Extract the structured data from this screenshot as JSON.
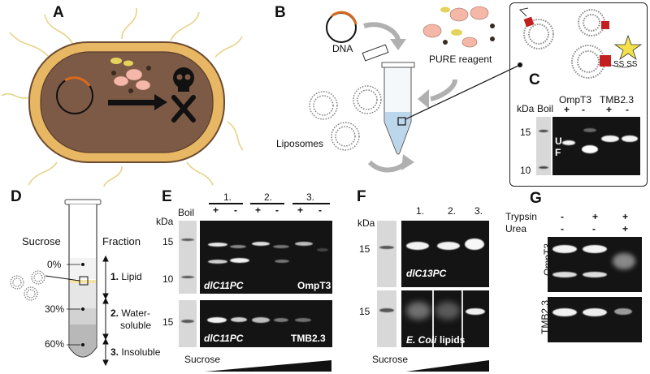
{
  "panels": {
    "A": {
      "letter": "A"
    },
    "B": {
      "letter": "B",
      "dna": "DNA",
      "pure": "PURE reagent",
      "liposomes": "Liposomes"
    },
    "C": {
      "letter": "C",
      "kda": "kDa",
      "boil": "Boil",
      "ompt3": "OmpT3",
      "tmb": "TMB2.3",
      "signs": [
        "+",
        "-",
        "+",
        "-"
      ],
      "marker_15": "15",
      "marker_10": "10",
      "band_u": "U",
      "band_f": "F",
      "ss": "SS SS"
    },
    "D": {
      "letter": "D",
      "sucrose": "Sucrose",
      "fraction": "Fraction",
      "pct": [
        "0%",
        "30%",
        "60%"
      ],
      "fractions": [
        {
          "num": "1.",
          "name": "Lipid"
        },
        {
          "num": "2.",
          "name": "Water-"
        },
        {
          "num": "",
          "name": "soluble"
        },
        {
          "num": "3.",
          "name": "Insoluble"
        }
      ]
    },
    "E": {
      "letter": "E",
      "boil": "Boil",
      "kda": "kDa",
      "groups": [
        "1.",
        "2.",
        "3."
      ],
      "signs": [
        "+",
        "-",
        "+",
        "-",
        "+",
        "-"
      ],
      "marker_15": "15",
      "marker_10": "10",
      "lipid_top": "dlC11PC",
      "protein_top": "OmpT3",
      "marker_15b": "15",
      "lipid_bottom": "dlC11PC",
      "protein_bottom": "TMB2.3",
      "sucrose": "Sucrose"
    },
    "F": {
      "letter": "F",
      "kda": "kDa",
      "groups": [
        "1.",
        "2.",
        "3."
      ],
      "marker_15": "15",
      "lipid_top": "dlC13PC",
      "marker_15b": "15",
      "ecoli": "E. Coli",
      "lipids": "lipids",
      "sucrose": "Sucrose"
    },
    "G": {
      "letter": "G",
      "trypsin": "Trypsin",
      "urea": "Urea",
      "trypsin_signs": [
        "-",
        "+",
        "+"
      ],
      "urea_signs": [
        "-",
        "-",
        "+"
      ],
      "ompt3": "OmpT3",
      "tmb": "TMB2.3"
    }
  },
  "colors": {
    "cell_body": "#e7b763",
    "cell_inner": "#7d5a45",
    "gel": "#141414",
    "tube_liquid": "#bcd6ec"
  }
}
